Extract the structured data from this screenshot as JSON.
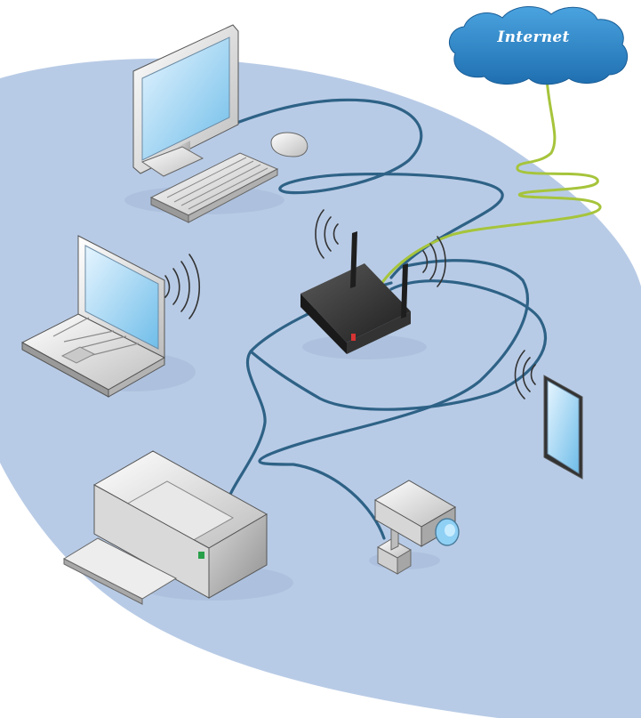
{
  "diagram": {
    "cloud": {
      "label": "Internet"
    },
    "colors": {
      "lan_area": "#b8cbe6",
      "ethernet_cable": "#2e6286",
      "internet_cable": "#a6c43b",
      "cloud_fill": "#2a7fc0",
      "router_body": "#2b2b2b",
      "router_led": "#d63333",
      "printer_led": "#28a04a",
      "screen": "#a9d7f2"
    },
    "nodes": [
      {
        "id": "internet",
        "kind": "cloud-icon"
      },
      {
        "id": "desktop",
        "kind": "desktop-computer-icon"
      },
      {
        "id": "laptop",
        "kind": "laptop-icon"
      },
      {
        "id": "router",
        "kind": "wireless-router-icon"
      },
      {
        "id": "tablet",
        "kind": "tablet-icon"
      },
      {
        "id": "printer",
        "kind": "printer-icon"
      },
      {
        "id": "camera",
        "kind": "security-camera-icon"
      }
    ],
    "links": [
      {
        "from": "internet",
        "to": "router",
        "type": "internet-cable"
      },
      {
        "from": "router",
        "to": "desktop",
        "type": "ethernet"
      },
      {
        "from": "router",
        "to": "printer",
        "type": "ethernet"
      },
      {
        "from": "router",
        "to": "camera",
        "type": "ethernet"
      },
      {
        "from": "router",
        "to": "laptop",
        "type": "wireless"
      },
      {
        "from": "router",
        "to": "tablet",
        "type": "wireless"
      }
    ]
  }
}
